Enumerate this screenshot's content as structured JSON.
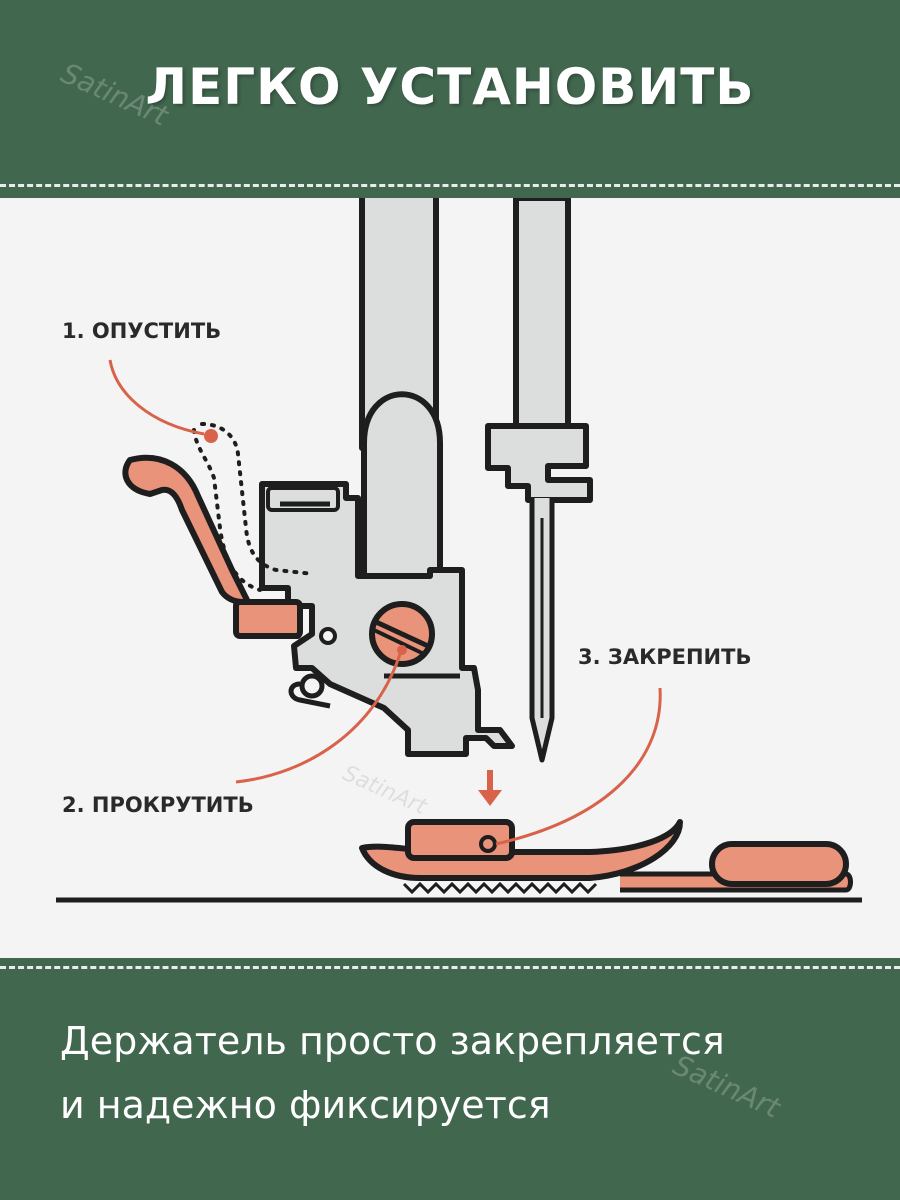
{
  "header": {
    "title": "ЛЕГКО УСТАНОВИТЬ"
  },
  "watermark": "SatinArt",
  "steps": [
    {
      "label": "1. ОПУСТИТЬ"
    },
    {
      "label": "2. ПРОКРУТИТЬ"
    },
    {
      "label": "3. ЗАКРЕПИТЬ"
    }
  ],
  "caption": {
    "line1": "Держатель просто закрепляется",
    "line2": "и надежно фиксируется"
  },
  "colors": {
    "band": "#42674f",
    "accent": "#e8937a",
    "pointer": "#d9634a",
    "outline": "#1e1e1e",
    "metal": "#d9dadb"
  }
}
